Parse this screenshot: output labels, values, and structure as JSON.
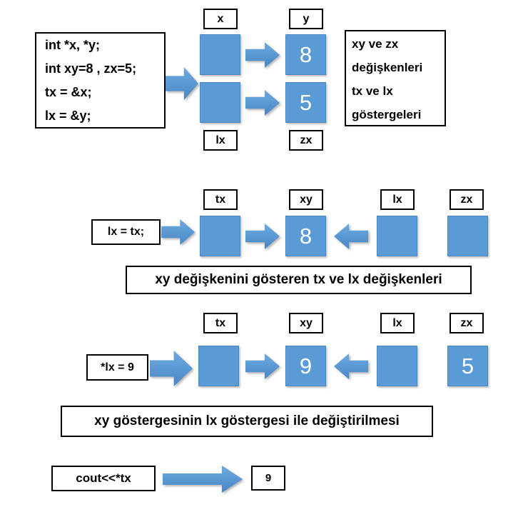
{
  "colors": {
    "accent_blue": "#5b9bd5",
    "accent_blue_light": "#6fa9dd",
    "accent_blue_dark": "#4a85c4",
    "box_border": "#000000"
  },
  "section1": {
    "code_lines": [
      "int *x, *y;",
      "int xy=8 , zx=5;",
      "tx = &x;",
      "lx = &y;"
    ],
    "top_labels": [
      "x",
      "y"
    ],
    "bottom_labels": [
      "lx",
      "zx"
    ],
    "y_value": "8",
    "zx_value": "5",
    "info_lines": [
      "xy ve zx",
      "değişkenleri",
      "tx ve lx",
      "göstergeleri"
    ]
  },
  "section2": {
    "statement": "lx = tx;",
    "labels": [
      "tx",
      "xy",
      "lx",
      "zx"
    ],
    "xy_value": "8",
    "caption": "xy değişkenini gösteren tx ve lx değişkenleri"
  },
  "section3": {
    "statement": "*lx = 9",
    "labels": [
      "tx",
      "xy",
      "lx",
      "zx"
    ],
    "xy_value": "9",
    "zx_value": "5",
    "caption": "xy göstergesinin lx göstergesi ile değiştirilmesi"
  },
  "section4": {
    "statement": "cout<<*tx",
    "result": "9"
  }
}
